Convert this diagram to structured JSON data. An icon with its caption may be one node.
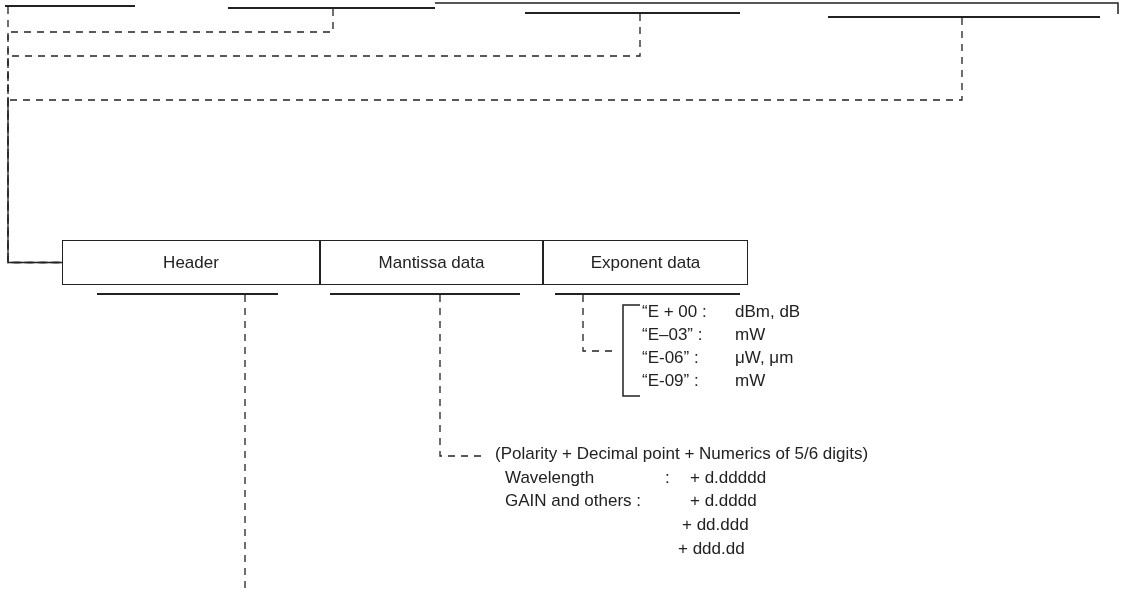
{
  "diagram": {
    "nodes": [
      {
        "text": [],
        "shape": "bar"
      },
      {
        "text": [],
        "shape": "bar"
      },
      {
        "text": [],
        "shape": "bar"
      },
      {
        "text": [],
        "shape": "bar"
      },
      {
        "text": [
          "Header"
        ]
      },
      {
        "text": [
          "Mantissa data"
        ]
      },
      {
        "text": [
          "Exponent data"
        ]
      },
      {
        "text": [],
        "shape": "bar"
      },
      {
        "text": [],
        "shape": "bar"
      },
      {
        "text": [],
        "shape": "bar"
      },
      {
        "text": [
          "“E + 00 :",
          "dBm, dB",
          "“E–03” :",
          "mW",
          "“E-06” :",
          "μW, μm",
          "“E-09” :",
          "mW"
        ]
      },
      {
        "text": [
          "(Polarity + Decimal point + Numerics of 5/6 digits)",
          "Wavelength",
          ":",
          "+ d.ddddd",
          "GAIN and others :",
          "+ d.dddd",
          "+ dd.ddd",
          "+ ddd.dd"
        ]
      }
    ],
    "edges": [
      {
        "from": 0,
        "to": 4,
        "arrow": "none",
        "style": "dashed"
      },
      {
        "from": 1,
        "to": 4,
        "arrow": "none",
        "style": "dashed"
      },
      {
        "from": 2,
        "to": 4,
        "arrow": "none",
        "style": "dashed"
      },
      {
        "from": 3,
        "to": 4,
        "arrow": "none",
        "style": "dashed"
      },
      {
        "from": 7,
        "to": null,
        "arrow": "none",
        "style": "dashed"
      },
      {
        "from": 8,
        "to": 11,
        "arrow": "none",
        "style": "dashed"
      },
      {
        "from": 9,
        "to": 10,
        "arrow": "none",
        "style": "dashed"
      }
    ]
  }
}
